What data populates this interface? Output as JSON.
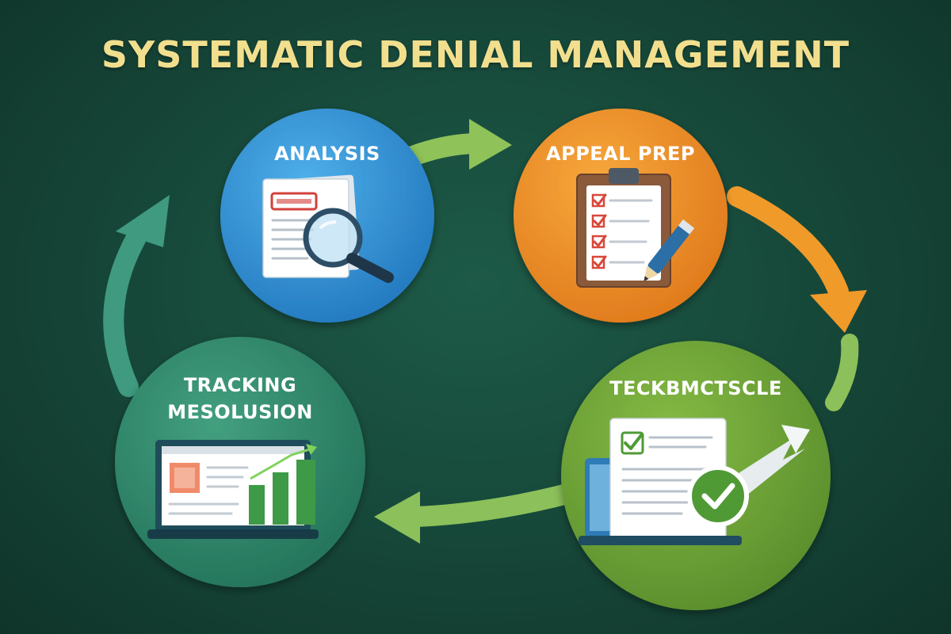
{
  "title": "SYSTEMATIC DENIAL MANAGEMENT",
  "stages": [
    {
      "id": "analysis",
      "label_lines": [
        "ANALYSIS"
      ],
      "color": "#2f8fd1",
      "icon": "document-magnifier-icon"
    },
    {
      "id": "appeal",
      "label_lines": [
        "APPEAL PREP"
      ],
      "color": "#ef8f2a",
      "icon": "clipboard-checklist-icon"
    },
    {
      "id": "check",
      "label_lines": [
        "TECKBMCTSCLE"
      ],
      "color": "#6ea33a",
      "icon": "laptop-approved-icon"
    },
    {
      "id": "tracking",
      "label_lines": [
        "TRACKING",
        "MESOLUSION"
      ],
      "color": "#2f8a6a",
      "icon": "laptop-chart-icon"
    }
  ],
  "arrow_colors": {
    "analysis_to_appeal": "#8fc258",
    "appeal_to_check": "#f09a2a",
    "check_to_tracking": "#8cc05a",
    "tracking_to_analysis": "#3f9a80"
  },
  "accent": {
    "title": "#f2df8e",
    "background": "#174a3b"
  }
}
